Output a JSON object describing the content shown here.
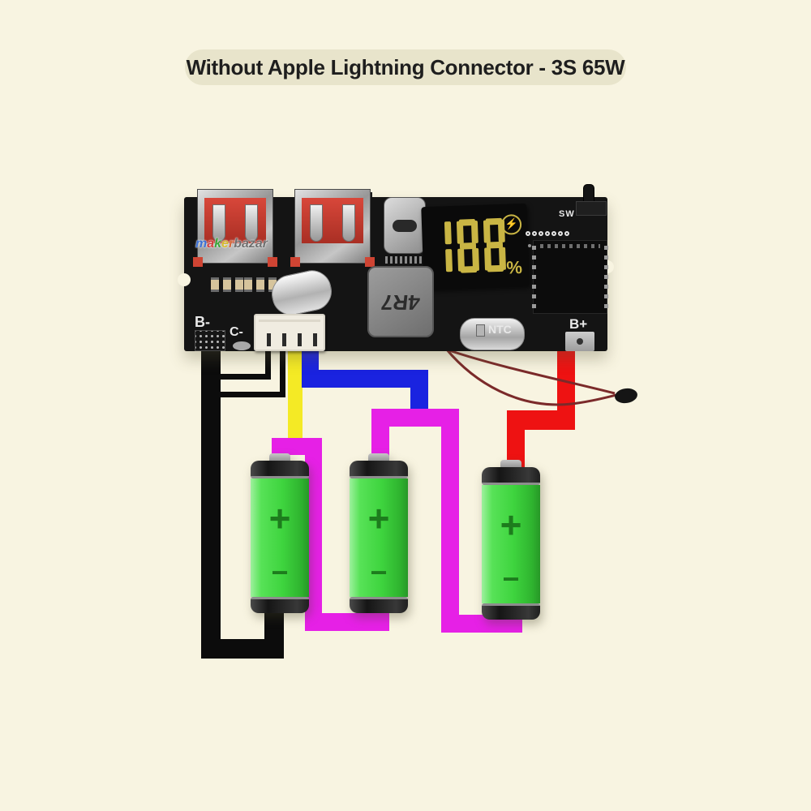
{
  "page": {
    "background": "#f8f4e1"
  },
  "title": {
    "text": "Without Apple Lightning Connector - 3S 65W",
    "pill_color": "#e8e4cb",
    "text_color": "#1e1e1e"
  },
  "board": {
    "silkscreen": {
      "b_minus": "B-",
      "c_minus": "C-",
      "ntc": "NTC",
      "b_plus": "B+",
      "switch": "SW",
      "inductor": "4R7"
    },
    "display": {
      "value": "188",
      "unit": "%",
      "digit_color": "#c9b544",
      "charge_glyph": "⚡"
    },
    "logo": {
      "letters": [
        {
          "ch": "m",
          "color": "#3b6fd4"
        },
        {
          "ch": "a",
          "color": "#d43b3b"
        },
        {
          "ch": "k",
          "color": "#3aa53a"
        },
        {
          "ch": "e",
          "color": "#d4ba2f"
        },
        {
          "ch": "r",
          "color": "#d4673b"
        }
      ],
      "rest": "bazar",
      "rest_color": "#6f6f6f"
    }
  },
  "batteries": [
    {
      "name": "cell-1",
      "positive": "+",
      "negative": "−"
    },
    {
      "name": "cell-2",
      "positive": "+",
      "negative": "−"
    },
    {
      "name": "cell-3",
      "positive": "+",
      "negative": "−"
    }
  ],
  "wires": {
    "b_minus": {
      "color": "#0c0c0c"
    },
    "balance_yellow": {
      "color": "#f4ea25"
    },
    "balance_blue": {
      "color": "#1a23e0"
    },
    "series_link": {
      "color": "#e620e6"
    },
    "b_plus": {
      "color": "#ee1212"
    },
    "ntc": {
      "color": "#7b2a2a"
    }
  }
}
